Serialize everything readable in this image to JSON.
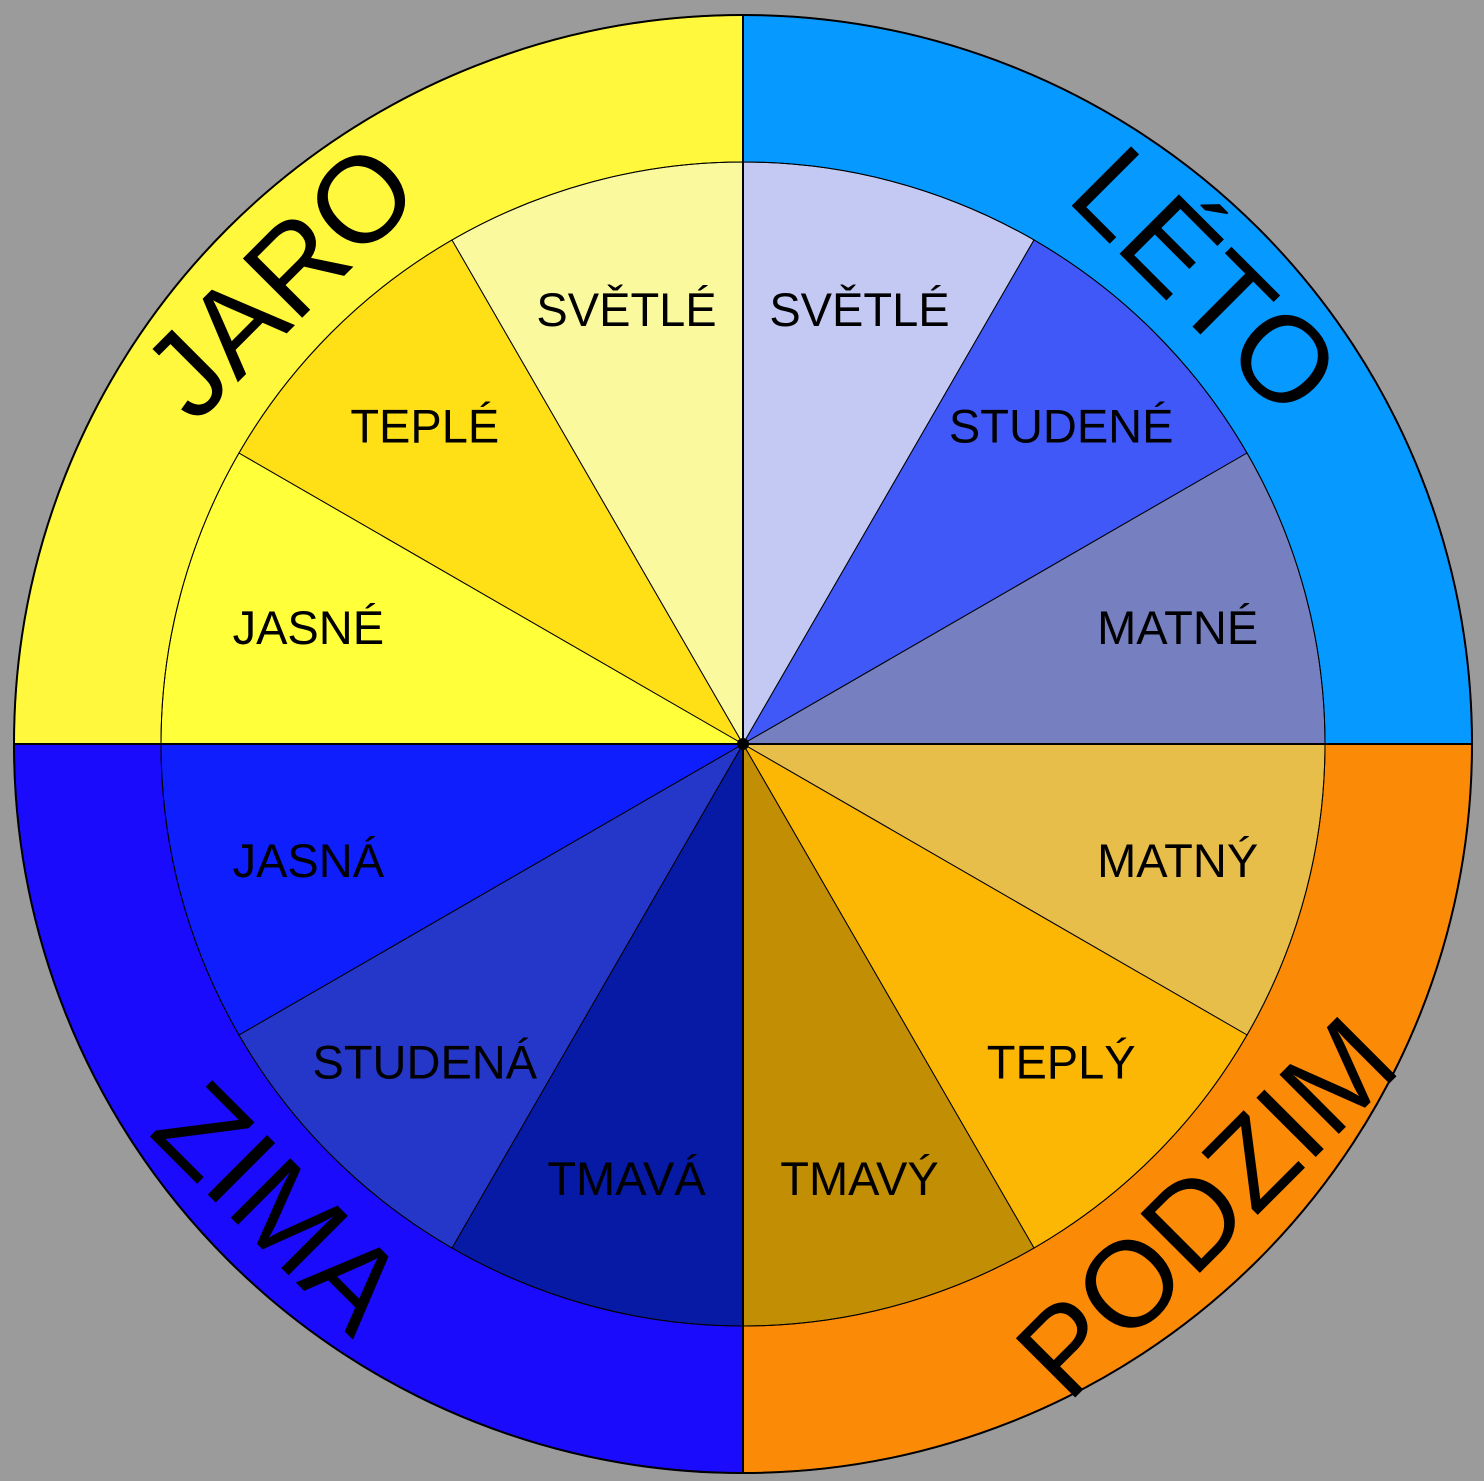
{
  "background_color": "#9b9b9b",
  "seasons": [
    {
      "key": "jaro",
      "label": "JARO",
      "color": "#fff83d",
      "segments": [
        {
          "label": "JASNÉ",
          "color": "#ffff3a"
        },
        {
          "label": "TEPLÉ",
          "color": "#ffe016"
        },
        {
          "label": "SVĚTLÉ",
          "color": "#fbf99e"
        }
      ]
    },
    {
      "key": "leto",
      "label": "LÉTO",
      "color": "#0699ff",
      "segments": [
        {
          "label": "SVĚTLÉ",
          "color": "#c3c9f2"
        },
        {
          "label": "STUDENÉ",
          "color": "#4058f7"
        },
        {
          "label": "MATNÉ",
          "color": "#767fbf"
        }
      ]
    },
    {
      "key": "podzim",
      "label": "PODZIM",
      "color": "#fb8a07",
      "segments": [
        {
          "label": "MATNÝ",
          "color": "#e8be4b"
        },
        {
          "label": "TEPLÝ",
          "color": "#fbb704"
        },
        {
          "label": "TMAVÝ",
          "color": "#c28e04"
        }
      ]
    },
    {
      "key": "zima",
      "label": "ZIMA",
      "color": "#1a0bfd",
      "segments": [
        {
          "label": "TMAVÁ",
          "color": "#061aa6"
        },
        {
          "label": "STUDENÁ",
          "color": "#2537c8"
        },
        {
          "label": "JASNÁ",
          "color": "#0e1efd"
        }
      ]
    }
  ]
}
